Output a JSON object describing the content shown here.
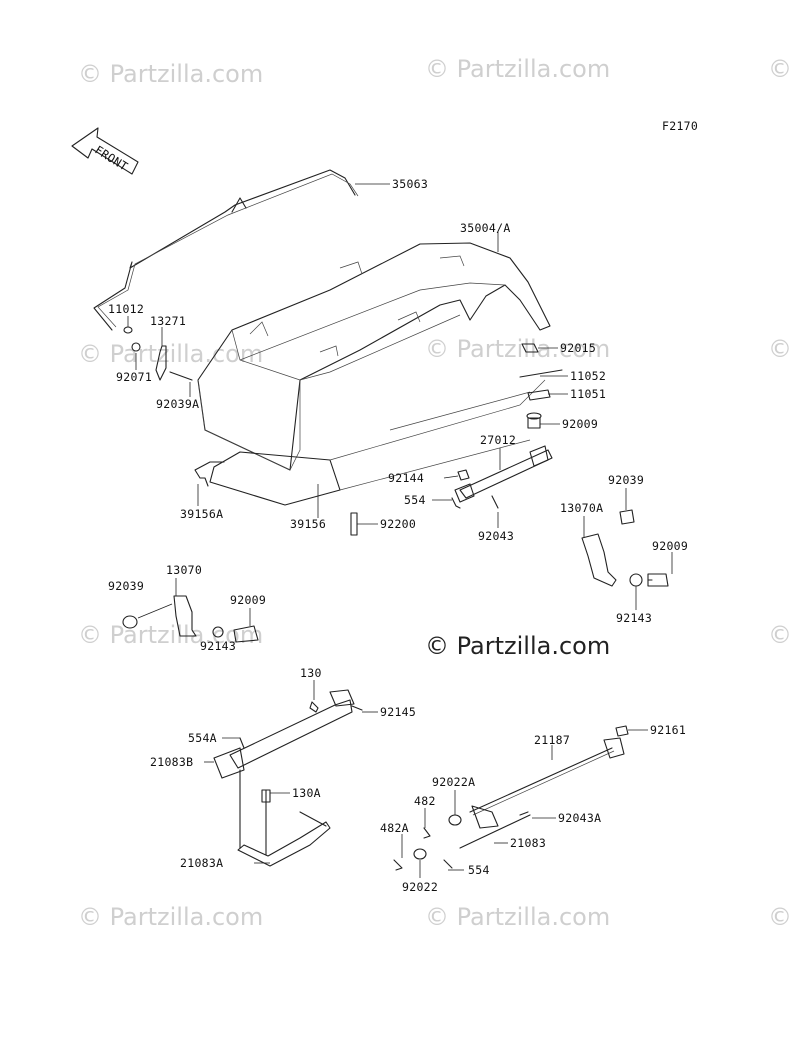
{
  "diagram": {
    "code": "F2170",
    "arrow_label": "FRONT",
    "watermark_text": "© Partzilla.com",
    "main_watermark_text": "© Partzilla.com",
    "parts": [
      {
        "id": "p35063",
        "label": "35063"
      },
      {
        "id": "p35004a",
        "label": "35004/A"
      },
      {
        "id": "p11012",
        "label": "11012"
      },
      {
        "id": "p13271",
        "label": "13271"
      },
      {
        "id": "p92071",
        "label": "92071"
      },
      {
        "id": "p92039a",
        "label": "92039A"
      },
      {
        "id": "p92015",
        "label": "92015"
      },
      {
        "id": "p11052",
        "label": "11052"
      },
      {
        "id": "p11051",
        "label": "11051"
      },
      {
        "id": "p92009a",
        "label": "92009"
      },
      {
        "id": "p27012",
        "label": "27012"
      },
      {
        "id": "p92144",
        "label": "92144"
      },
      {
        "id": "p554",
        "label": "554"
      },
      {
        "id": "p92043",
        "label": "92043"
      },
      {
        "id": "p39156a",
        "label": "39156A"
      },
      {
        "id": "p39156",
        "label": "39156"
      },
      {
        "id": "p92200",
        "label": "92200"
      },
      {
        "id": "p92039b",
        "label": "92039"
      },
      {
        "id": "p13070a",
        "label": "13070A"
      },
      {
        "id": "p92009b",
        "label": "92009"
      },
      {
        "id": "p92143a",
        "label": "92143"
      },
      {
        "id": "p13070",
        "label": "13070"
      },
      {
        "id": "p92039c",
        "label": "92039"
      },
      {
        "id": "p92009c",
        "label": "92009"
      },
      {
        "id": "p92143b",
        "label": "92143"
      },
      {
        "id": "p130",
        "label": "130"
      },
      {
        "id": "p92145",
        "label": "92145"
      },
      {
        "id": "p554a",
        "label": "554A"
      },
      {
        "id": "p21083b",
        "label": "21083B"
      },
      {
        "id": "p130a",
        "label": "130A"
      },
      {
        "id": "p21083a",
        "label": "21083A"
      },
      {
        "id": "p21187",
        "label": "21187"
      },
      {
        "id": "p92161",
        "label": "92161"
      },
      {
        "id": "p92022a",
        "label": "92022A"
      },
      {
        "id": "p482",
        "label": "482"
      },
      {
        "id": "p92043a",
        "label": "92043A"
      },
      {
        "id": "p482a",
        "label": "482A"
      },
      {
        "id": "p21083",
        "label": "21083"
      },
      {
        "id": "p92022",
        "label": "92022"
      },
      {
        "id": "p554b",
        "label": "554"
      }
    ]
  }
}
